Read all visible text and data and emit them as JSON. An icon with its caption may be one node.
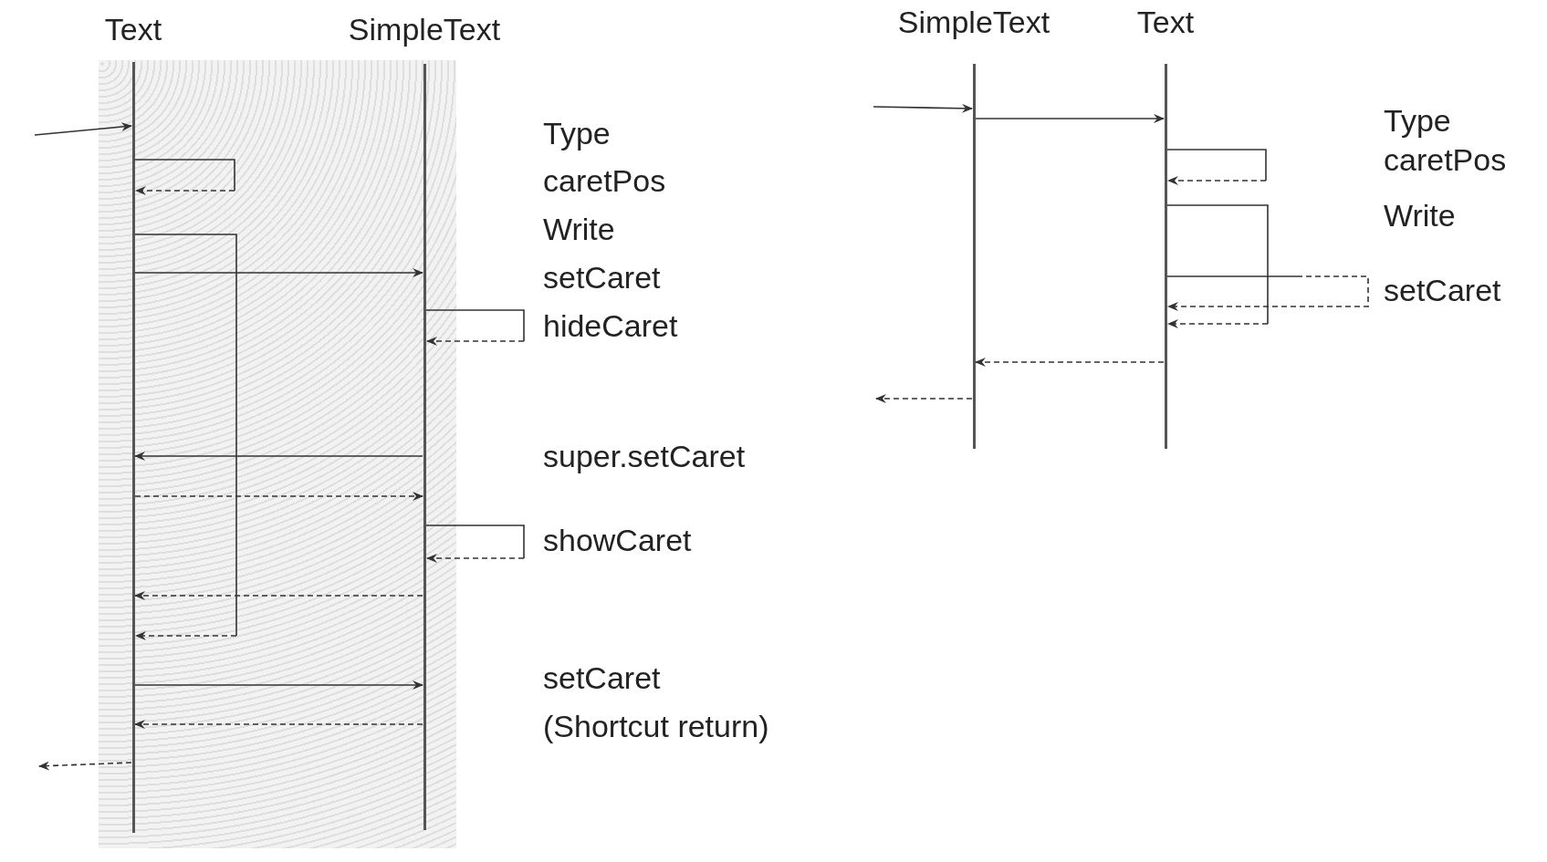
{
  "diagram": {
    "nodes": [
      {
        "text": [
          "Text"
        ]
      },
      {
        "text": [
          "SimpleText"
        ]
      },
      {
        "text": [
          "SimpleText"
        ]
      },
      {
        "text": [
          "Text"
        ]
      }
    ],
    "edges": [
      {
        "from": null,
        "to": 0,
        "arrow": "to"
      },
      {
        "from": 0,
        "to": 0,
        "arrow": "to",
        "style": "dashed"
      },
      {
        "from": 0,
        "to": 1,
        "arrow": "to"
      },
      {
        "from": 1,
        "to": 1,
        "arrow": "to",
        "style": "dashed"
      },
      {
        "from": 1,
        "to": 0,
        "arrow": "to"
      },
      {
        "from": 0,
        "to": 1,
        "arrow": "to",
        "style": "dashed"
      },
      {
        "from": 1,
        "to": 1,
        "arrow": "to",
        "style": "dashed"
      },
      {
        "from": 1,
        "to": 0,
        "arrow": "to",
        "style": "dashed"
      },
      {
        "from": 0,
        "to": 0,
        "arrow": "to",
        "style": "dashed"
      },
      {
        "from": 0,
        "to": 1,
        "arrow": "to"
      },
      {
        "from": 1,
        "to": 0,
        "arrow": "to",
        "style": "dashed"
      },
      {
        "from": 0,
        "to": null,
        "arrow": "to",
        "style": "dashed"
      },
      {
        "from": null,
        "to": 2,
        "arrow": "to"
      },
      {
        "from": 2,
        "to": 3,
        "arrow": "to"
      },
      {
        "from": 3,
        "to": 3,
        "arrow": "to",
        "style": "dashed"
      },
      {
        "from": 3,
        "to": 3,
        "arrow": "to",
        "style": "dashed"
      },
      {
        "from": 3,
        "to": 3,
        "arrow": "to",
        "style": "dashed"
      },
      {
        "from": 3,
        "to": 2,
        "arrow": "to",
        "style": "dashed"
      },
      {
        "from": 2,
        "to": null,
        "arrow": "to",
        "style": "dashed"
      }
    ],
    "labels": [
      "Type",
      "caretPos",
      "Write",
      "setCaret",
      "hideCaret",
      "super.setCaret",
      "showCaret",
      "setCaret",
      "(Shortcut return)",
      "Type",
      "caretPos",
      "Write",
      "setCaret"
    ]
  }
}
